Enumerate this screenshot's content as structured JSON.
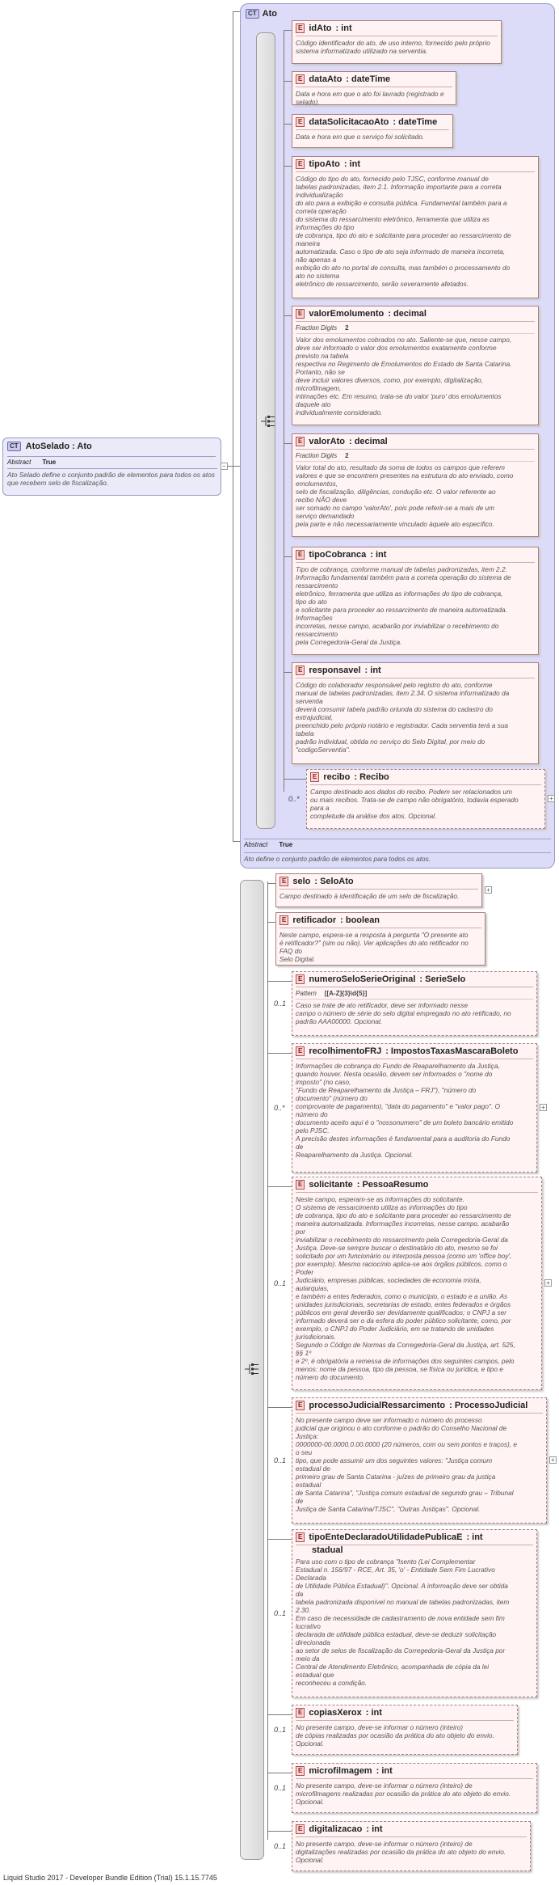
{
  "footer": "Liquid Studio 2017 - Developer Bundle Edition (Trial) 15.1.15.7745",
  "root": {
    "badge": "CT",
    "title": "AtoSelado : Ato",
    "abstract_label": "Abstract",
    "abstract_value": "True",
    "description": "Ato Selado define o conjunto padrão de elementos para todos os atos que recebem selo de fiscalização."
  },
  "ato": {
    "badge": "CT",
    "title": "Ato",
    "abstract_label": "Abstract",
    "abstract_value": "True",
    "description": "Ato define o conjunto padrão de elementos para todos os atos.",
    "elements": [
      {
        "name": "idAto",
        "type": ": int",
        "desc": "Código identificador do ato, de uso interno, fornecido pelo próprio\nsistema informatizado utilizado na serventia."
      },
      {
        "name": "dataAto",
        "type": ": dateTime",
        "desc": "Data e hora em que o ato foi lavrado (registrado e selado)."
      },
      {
        "name": "dataSolicitacaoAto",
        "type": ": dateTime",
        "desc": "Data e hora em que o serviço foi solicitado."
      },
      {
        "name": "tipoAto",
        "type": ": int",
        "desc": "Código do tipo do ato, fornecido pelo TJSC, conforme manual de\ntabelas padronizadas, item 2.1. Informação importante para a correta\nindividualização\ndo ato para a exibição e consulta pública. Fundamental também para a\ncorreta operação\ndo sistema do ressarcimento eletrônico, ferramenta que utiliza as\ninformações do tipo\nde cobrança, tipo do ato e solicitante para proceder ao ressarcimento de\nmaneira\nautomatizada. Caso o tipo de ato seja informado de maneira incorreta,\nnão apenas a\nexibição do ato no portal de consulta, mas também o processamento do\nato no sistema\neletrônico de ressarcimento, serão severamente afetados."
      },
      {
        "name": "valorEmolumento",
        "type": ": decimal",
        "facet_label": "Fraction Digits",
        "facet_value": "2",
        "desc": "Valor dos emolumentos cobrados no ato. Saliente-se que, nesse campo,\ndeve ser informado o valor dos emolumentos exatamente conforme\nprevisto na tabela\nrespectiva no Regimento de Emolumentos do Estado de Santa Catarina.\nPortanto, não se\ndeve incluir valores diversos, como, por exemplo, digitalização,\nmicrofilmagem,\nintimações etc. Em resumo, trata-se do valor 'puro' dos emolumentos\ndaquele ato\nindividualmente considerado."
      },
      {
        "name": "valorAto",
        "type": ": decimal",
        "facet_label": "Fraction Digits",
        "facet_value": "2",
        "desc": "Valor total do ato, resultado da soma de todos os campos que referem\nvalores e que se encontrem presentes na estrutura do ato enviado, como\nemolumentos,\nselo de fiscalização, diligências, condução etc. O valor referente ao\nrecibo NÃO deve\nser somado no campo 'valorAto', pois pode referir-se a mais de um\nserviço demandado\npela parte e não necessariamente vinculado àquele ato específico."
      },
      {
        "name": "tipoCobranca",
        "type": ": int",
        "desc": "Tipo de cobrança, conforme manual de tabelas padronizadas, item 2.2.\nInformação fundamental também para a correta operação do sistema de\nressarcimento\neletrônico, ferramenta que utiliza as informações do tipo de cobrança,\ntipo do ato\ne solicitante para proceder ao ressarcimento de maneira automatizada.\nInformações\nincorretas, nesse campo, acabarão por inviabilizar o recebimento do\nressarcimento\npela Corregedoria-Geral da Justiça."
      },
      {
        "name": "responsavel",
        "type": ": int",
        "desc": "Código do colaborador responsável pelo registro do ato, conforme\nmanual de tabelas padronizadas, item 2.34. O sistema informatizado da\nserventia\ndeverá consumir tabela padrão oriunda do sistema do cadastro do\nextrajudicial,\npreenchido pelo próprio notário e registrador. Cada serventia terá a sua\ntabela\npadrão individual, obtida no serviço do Selo Digital, por meio do\n\"codigoServentia\"."
      },
      {
        "name": "recibo",
        "type": ": Recibo",
        "occurs": "0..*",
        "desc": "Campo destinado aos dados do recibo. Podem ser relacionados um\nou mais recibos. Trata-se de campo não obrigatório, todavia esperado\npara a\ncompletude da análise dos atos. Opcional."
      }
    ]
  },
  "selado_elements": [
    {
      "name": "selo",
      "type": ": SeloAto",
      "desc": "Campo destinado à identificação de um selo de fiscalização."
    },
    {
      "name": "retificador",
      "type": ": boolean",
      "desc": "Neste campo, espera-se a resposta à pergunta \"O presente ato\né retificador?\" (sim ou não). Ver aplicações do ato retificador no FAQ do\nSelo Digital."
    },
    {
      "name": "numeroSeloSerieOriginal",
      "type": ": SerieSelo",
      "occurs": "0..1",
      "facet_label": "Pattern",
      "facet_value": "[[A-Z]{3}\\d{5}]",
      "desc": "Caso se trate de ato retificador, deve ser informado nesse\ncampo o número de série do selo digital empregado no ato retificado, no\npadrão AAA00000. Opcional."
    },
    {
      "name": "recolhimentoFRJ",
      "type": ": ImpostosTaxasMascaraBoleto",
      "occurs": "0..*",
      "desc": "Informações de cobrança do Fundo de Reaparelhamento da Justiça,\nquando houver. Nesta ocasião, devem ser informados o \"nome do\nimposto\" (no caso,\n\"Fundo de Reaparelhamento da Justiça – FRJ\"), \"número do\ndocumento\" (número do\ncomprovante de pagamento), \"data do pagamento\" e \"valor pago\". O\nnúmero do\ndocumento aceito aqui é o \"nossonumero\" de um boleto bancário emitido\npelo PJSC.\nA precisão destes informações é fundamental para a auditoria do Fundo\nde\nReaparelhamento da Justiça. Opcional."
    },
    {
      "name": "solicitante",
      "type": ": PessoaResumo",
      "occurs": "0..1",
      "desc": "Neste campo, esperam-se as informações do solicitante.\nO sistema de ressarcimento utiliza as informações do tipo\nde cobrança, tipo do ato e solicitante para proceder ao ressarcimento de\nmaneira automatizada. Informações incorretas, nesse campo, acabarão\npor\ninviabilizar o recebimento do ressarcimento pela Corregedoria-Geral da\nJustiça. Deve-se sempre buscar o destinatário do ato, mesmo se foi\nsolicitado por um funcionário ou interposta pessoa (como um 'office boy',\npor exemplo). Mesmo raciocínio aplica-se aos órgãos públicos, como o\nPoder\nJudiciário, empresas públicas, sociedades de economia mista,\nautarquias,\ne também a entes federados, como o município, o estado e a união. As\nunidades jurisdicionais, secretarias de estado, entes federados e órgãos\npúblicos em geral deverão ser devidamente qualificados; o CNPJ a ser\ninformado deverá ser o da esfera do poder público solicitante, como, por\nexemplo, o CNPJ do Poder Judiciário, em se tratando de unidades\njurisdicionais.\nSegundo o Código de Normas da Corregedoria-Geral da Justiça, art. 525,\n§§ 1º\ne 2º, é obrigatória a remessa de informações dos seguintes campos, pelo\nmenos: nome da pessoa, tipo da pessoa, se física ou jurídica, e tipo e\nnúmero do documento."
    },
    {
      "name": "processoJudicialRessarcimento",
      "type": ": ProcessoJudicial",
      "occurs": "0..1",
      "desc": "No presente campo deve ser informado o número do processo\njudicial que originou o ato conforme o padrão do Conselho Nacional de\nJustiça:\n0000000-00.0000.0.00.0000 (20 números, com ou sem pontos e traços), e\no seu\ntipo, que pode assumir um dos seguintes valores: \"Justiça comum\nestadual de\nprimeiro grau de Santa Catarina - juízes de primeiro grau da justiça\nestadual\nde Santa Catarina\", \"Justiça comum estadual de segundo grau – Tribunal\nde\nJustiça de Santa Catarina/TJSC\", \"Outras Justiças\". Opcional."
    },
    {
      "name": "tipoEnteDeclaradoUtilidadePublicaE",
      "type": ": int",
      "name2": "stadual",
      "occurs": "0..1",
      "desc": "Para uso com o tipo de cobrança \"Isento (Lei Complementar\nEstadual n. 156/97 - RCE, Art. 35, 'o' - Entidade Sem Fim Lucrativo\nDeclarada\nde Utilidade Pública Estadual)\". Opcional. A informação deve ser obtida\nda\ntabela padronizada disponível no manual de tabelas padronizadas, item\n2.30.\nEm caso de necessidade de cadastramento de nova entidade sem fim\nlucrativo\ndeclarada de utilidade pública estadual, deve-se deduzir solicitação\ndirecionada\nao setor de selos de fiscalização da Corregedoria-Geral da Justiça por\nmeio da\nCentral de Atendimento Eletrônico, acompanhada de cópia da lei\nestadual que\nreconheceu a condição."
    },
    {
      "name": "copiasXerox",
      "type": ": int",
      "occurs": "0..1",
      "desc": "No presente campo, deve-se informar o número (inteiro)\nde cópias realizadas por ocasião da prática do ato objeto do envio.\nOpcional."
    },
    {
      "name": "microfilmagem",
      "type": ": int",
      "occurs": "0..1",
      "desc": "No presente campo, deve-se informar o número (inteiro) de\nmicrofilmagens realizadas por ocasião da prática do ato objeto do envio.\nOpcional."
    },
    {
      "name": "digitalizacao",
      "type": ": int",
      "occurs": "0..1",
      "desc": "No presente campo, deve-se informar o número (inteiro) de\ndigitalizações realizadas por ocasião da prática do ato objeto do envio.\nOpcional."
    }
  ]
}
